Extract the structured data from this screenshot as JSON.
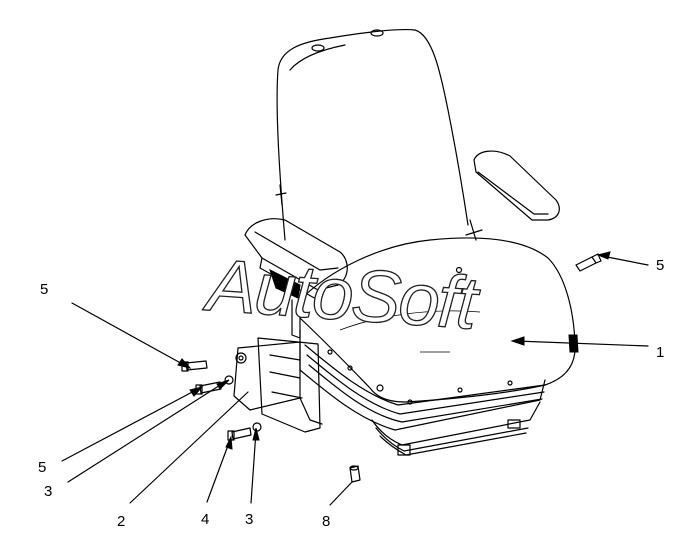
{
  "watermark": "AutoSoft",
  "callouts": [
    "1",
    "2",
    "3",
    "3",
    "4",
    "5",
    "5",
    "5",
    "8"
  ]
}
